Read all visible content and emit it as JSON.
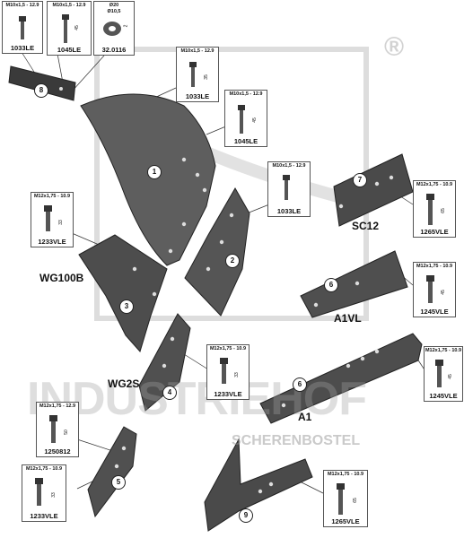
{
  "watermark": {
    "title": "INDUSTRIEHOF",
    "subtitle": "SCHERENBOSTEL"
  },
  "registered_mark": "®",
  "part_labels": {
    "sc12": "SC12",
    "wg100b": "WG100B",
    "a1vl": "A1VL",
    "wg2s": "WG2S",
    "a1": "A1"
  },
  "callouts": [
    "1",
    "2",
    "3",
    "4",
    "5",
    "6",
    "6",
    "7",
    "8",
    "9"
  ],
  "boxes": {
    "b1": {
      "spec": "M10x1,5 - 12.9",
      "dim": "",
      "code": "1033LE"
    },
    "b2": {
      "spec": "M10x1,5 - 12.9",
      "dim": "45",
      "code": "1045LE"
    },
    "b3": {
      "spec": "Ø20",
      "spec2": "Ø10,5",
      "dim": "2",
      "code": "32.0116"
    },
    "b4": {
      "spec": "M10x1,5 - 12.9",
      "dim": "35",
      "code": "1033LE"
    },
    "b5": {
      "spec": "M10x1,5 - 12.9",
      "dim": "45",
      "code": "1045LE"
    },
    "b6": {
      "spec": "M10x1,5 - 12.9",
      "dim": "",
      "code": "1033LE"
    },
    "b7": {
      "spec": "M12x1,75 - 10.9",
      "dim": "33",
      "code": "1233VLE"
    },
    "b8": {
      "spec": "M12x1,75 - 10.9",
      "dim": "65",
      "code": "1265VLE"
    },
    "b9": {
      "spec": "M12x1,75 - 10.9",
      "dim": "45",
      "code": "1245VLE"
    },
    "b10": {
      "spec": "M12x1,75 - 10.9",
      "dim": "33",
      "code": "1233VLE"
    },
    "b11": {
      "spec": "M12x1,75 - 10.9",
      "dim": "45",
      "code": "1245VLE"
    },
    "b12": {
      "spec": "M12x1,75 - 12.9",
      "dim": "50",
      "code": "1250812"
    },
    "b13": {
      "spec": "M12x1,75 - 10.9",
      "dim": "33",
      "code": "1233VLE"
    },
    "b14": {
      "spec": "M12x1,75 - 10.9",
      "dim": "65",
      "code": "1265VLE"
    }
  }
}
